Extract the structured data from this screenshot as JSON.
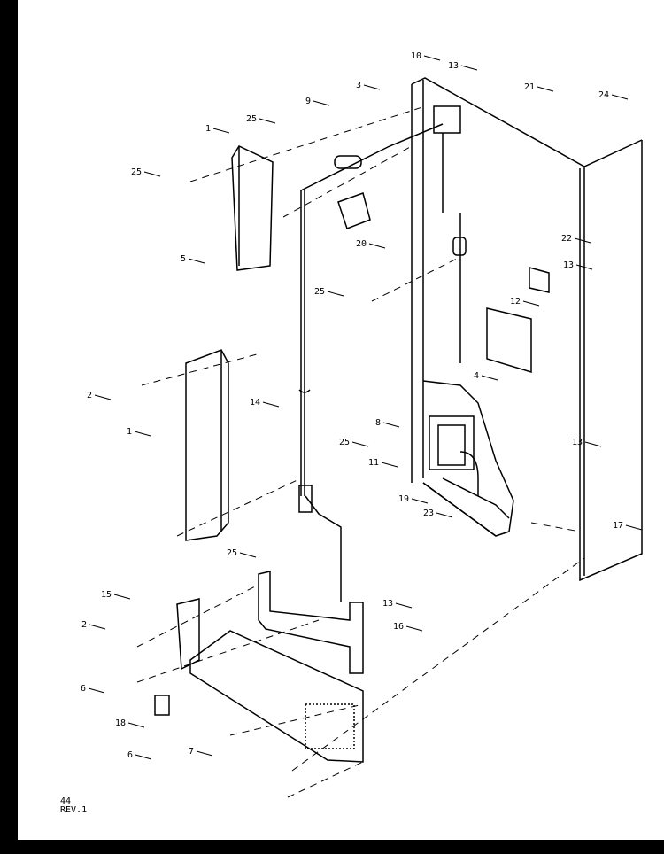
{
  "diagram": {
    "callouts": [
      "1",
      "25",
      "25",
      "9",
      "3",
      "10",
      "13",
      "21",
      "24",
      "20",
      "22",
      "13",
      "5",
      "25",
      "12",
      "2",
      "4",
      "1",
      "14",
      "8",
      "13",
      "25",
      "11",
      "19",
      "23",
      "17",
      "25",
      "15",
      "13",
      "2",
      "16",
      "6",
      "18",
      "6",
      "7"
    ],
    "page_number": "44",
    "revision": "REV.1"
  }
}
